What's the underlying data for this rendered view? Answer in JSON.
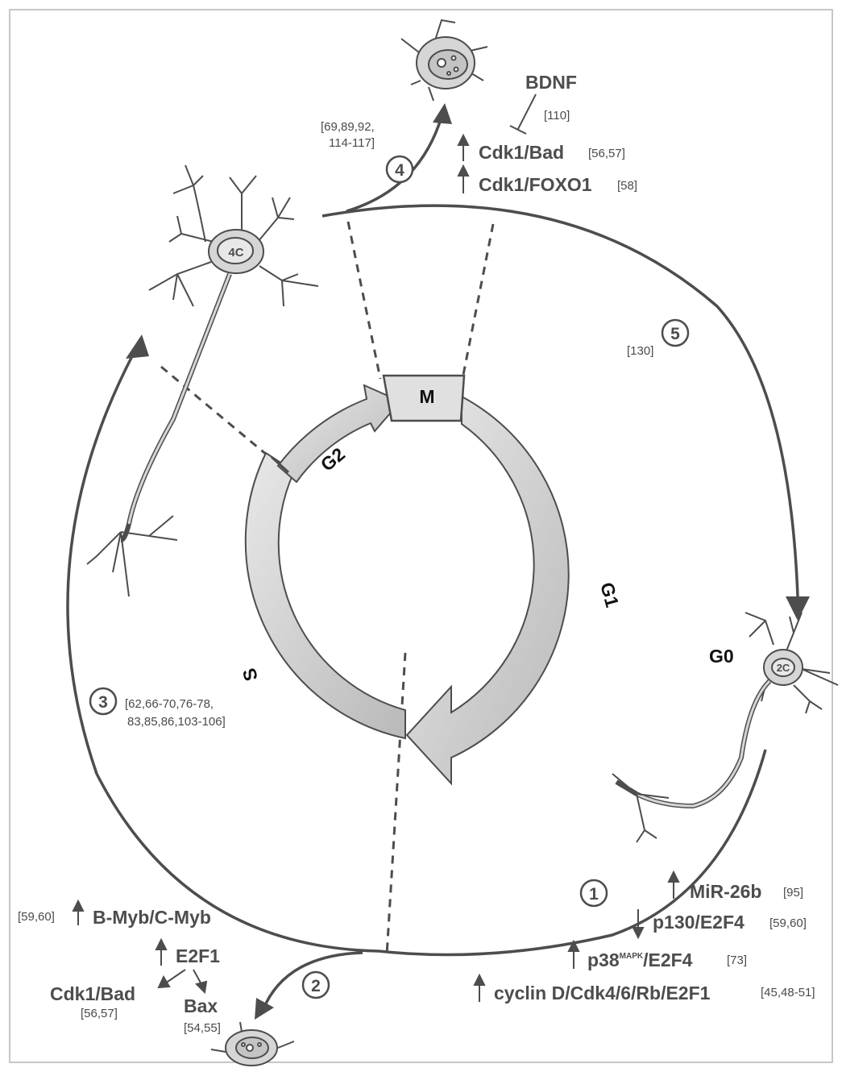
{
  "phases": {
    "m": "M",
    "g2": "G2",
    "g1": "G1",
    "s": "S",
    "g0": "G0"
  },
  "nuclei": {
    "neuron_4c": "4C",
    "neuron_2c": "2C"
  },
  "steps": {
    "one": "1",
    "two": "2",
    "three": "3",
    "four": "4",
    "five": "5"
  },
  "top": {
    "bdnf": "BDNF",
    "bdnf_ref": "[110]",
    "cdk1_bad": "Cdk1/Bad",
    "cdk1_bad_ref": "[56,57]",
    "cdk1_foxo1": "Cdk1/FOXO1",
    "cdk1_foxo1_ref": "[58]",
    "step4_ref_line1": "[69,89,92,",
    "step4_ref_line2": "114-117]",
    "step5_ref": "[130]"
  },
  "left": {
    "step3_ref_line1": "[62,66-70,76-78,",
    "step3_ref_line2": "83,85,86,103-106]"
  },
  "bottom_left": {
    "bmyb_ref": "[59,60]",
    "bmyb": "B-Myb/C-Myb",
    "e2f1": "E2F1",
    "cdk1_bad": "Cdk1/Bad",
    "cdk1_bad_ref": "[56,57]",
    "bax": "Bax",
    "bax_ref": "[54,55]"
  },
  "bottom_right": {
    "mir26b": "MiR-26b",
    "mir26b_ref": "[95]",
    "p130": "p130/E2F4",
    "p130_ref": "[59,60]",
    "p38": "p38",
    "p38_sup": "MAPK",
    "p38_e2f4": "/E2F4",
    "p38_ref": "[73]",
    "cyclin": "cyclin D/Cdk4/6/Rb/E2F1",
    "cyclin_ref": "[45,48-51]"
  },
  "colors": {
    "outer_circle": "#4d4d4d",
    "inner_ring": "#cfcfcf",
    "neuron_fill": "#d6d6d6",
    "text_dark": "#4d4d4d",
    "frame": "#b3b3b3"
  }
}
